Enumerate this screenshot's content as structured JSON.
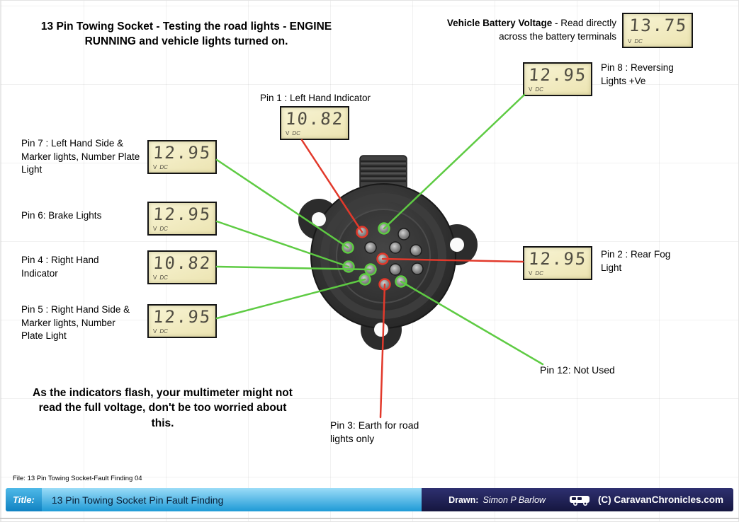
{
  "colors": {
    "wire-green": "#5ecb43",
    "wire-red": "#e2392b",
    "bar-blue": "#1e9ad6",
    "bar-navy": "#15163f"
  },
  "heading": {
    "strong": "13 Pin Towing Socket",
    "rest": " - Testing the road lights - ENGINE RUNNING and vehicle lights turned on."
  },
  "battery": {
    "label_strong": "Vehicle Battery Voltage",
    "label_rest": " - Read directly across the battery terminals",
    "value": "13.75"
  },
  "lcd_units": {
    "volts": "V",
    "dc": "DC"
  },
  "pins": {
    "pin1": {
      "label": "Pin 1 : Left Hand Indicator",
      "value": "10.82"
    },
    "pin2": {
      "label": "Pin 2 : Rear Fog Light",
      "value": "12.95"
    },
    "pin3": {
      "label": "Pin 3: Earth for road lights only"
    },
    "pin4": {
      "label": "Pin 4 : Right Hand Indicator",
      "value": "10.82"
    },
    "pin5": {
      "label": "Pin 5 : Right Hand Side & Marker lights, Number Plate Light",
      "value": "12.95"
    },
    "pin6": {
      "label": "Pin 6: Brake Lights",
      "value": "12.95"
    },
    "pin7": {
      "label": "Pin 7 : Left Hand Side & Marker lights, Number Plate Light",
      "value": "12.95"
    },
    "pin8": {
      "label": "Pin 8 : Reversing Lights +Ve",
      "value": "12.95"
    },
    "pin12": {
      "label": "Pin 12: Not Used"
    }
  },
  "note": "As the indicators flash, your multimeter might not read the full voltage, don't be too worried about this.",
  "file_note": "File: 13 Pin Towing Socket-Fault Finding 04",
  "footer": {
    "title_label": "Title:",
    "title_text": "13 Pin Towing Socket Pin Fault Finding",
    "drawn_label": "Drawn:",
    "drawn_by": "Simon P Barlow",
    "copyright": "(C) CaravanChronicles.com"
  }
}
